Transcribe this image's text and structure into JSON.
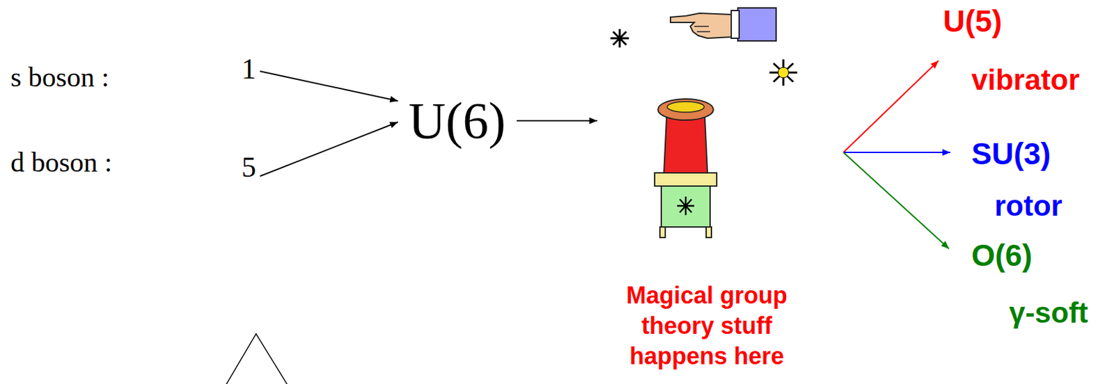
{
  "diagram": {
    "nodes": [
      {
        "text": [
          "1"
        ]
      },
      {
        "text": [
          "5"
        ]
      },
      {
        "text": [
          "U(6)"
        ]
      },
      {
        "text": [
          "Magical group theory stuff happens here"
        ]
      },
      {
        "text": [
          "U(5)",
          "vibrator"
        ]
      },
      {
        "text": [
          "SU(3)",
          "rotor"
        ]
      },
      {
        "text": [
          "O(6)",
          "γ-soft"
        ]
      }
    ],
    "edges": [
      {
        "from": 0,
        "to": 2,
        "arrow": "to"
      },
      {
        "from": 1,
        "to": 2,
        "arrow": "to"
      },
      {
        "from": 2,
        "to": 3,
        "arrow": "to"
      },
      {
        "from": 3,
        "to": 4,
        "arrow": "to"
      },
      {
        "from": 3,
        "to": 5,
        "arrow": "to"
      },
      {
        "from": 3,
        "to": 6,
        "arrow": "to"
      }
    ],
    "labels": [
      "s boson :",
      "d boson :"
    ]
  }
}
